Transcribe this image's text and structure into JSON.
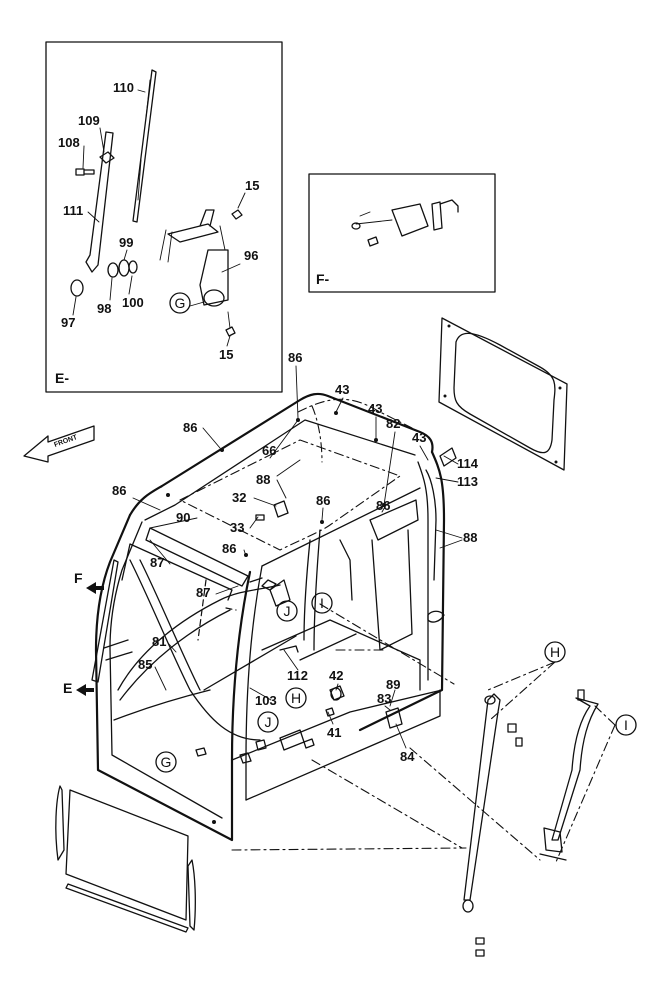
{
  "diagram": {
    "inset_e": {
      "title": "E-",
      "part_labels": [
        "110",
        "109",
        "108",
        "111",
        "99",
        "100",
        "98",
        "97",
        "15",
        "96",
        "15"
      ],
      "ref_circle": "G"
    },
    "inset_f": {
      "title": "F-"
    },
    "front_arrow": "FRONT",
    "view_markers": {
      "e": "E",
      "f": "F"
    },
    "ref_circles": {
      "g": "G",
      "h": "H",
      "h2": "H",
      "i": "I",
      "i2": "I",
      "j": "J",
      "j2": "J"
    },
    "part_labels": {
      "p86a": "86",
      "p43a": "43",
      "p43b": "43",
      "p82": "82",
      "p43c": "43",
      "p114": "114",
      "p86b": "86",
      "p66": "66",
      "p88a": "88",
      "p113": "113",
      "p86c": "86",
      "p32": "32",
      "p90": "90",
      "p33": "33",
      "p86d": "86",
      "p86e": "86",
      "p88b": "88",
      "p87a": "87",
      "p86f": "86",
      "p87b": "87",
      "p81": "81",
      "p85": "85",
      "p112": "112",
      "p42": "42",
      "p89": "89",
      "p103": "103",
      "p83": "83",
      "p41": "41",
      "p84": "84"
    }
  }
}
